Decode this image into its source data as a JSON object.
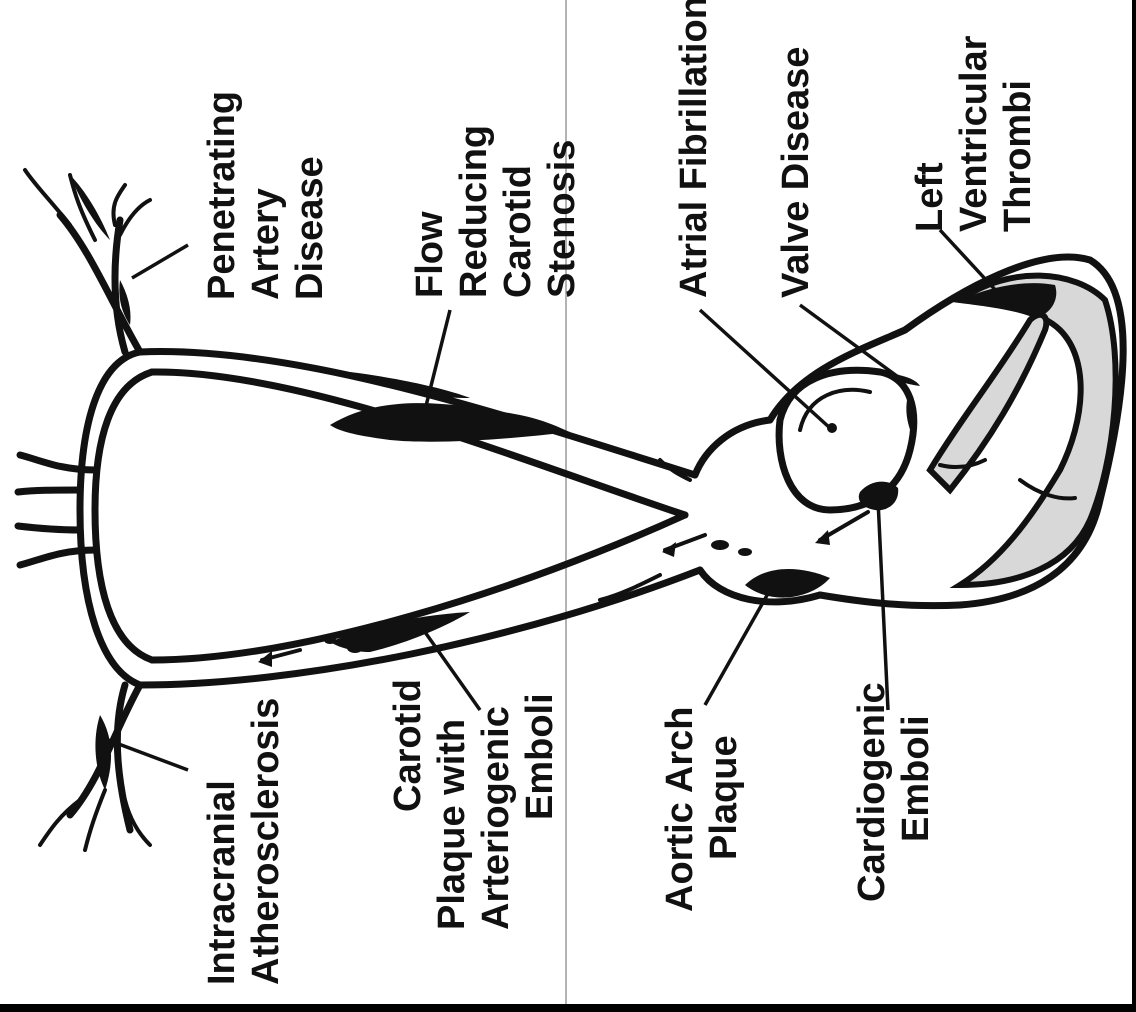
{
  "diagram": {
    "colors": {
      "paper": "#ffffff",
      "ink": "#111111",
      "frame": "#000000",
      "heart_wall_fill": "#d8d8d8"
    },
    "labels": {
      "intracranial": [
        "Intracranial",
        "Atherosclerosis"
      ],
      "penetrating": [
        "Penetrating",
        "Artery",
        "Disease"
      ],
      "carotid_plaque": [
        "Carotid",
        "Plaque with",
        "Arteriogenic",
        "Emboli"
      ],
      "flow_reducing": [
        "Flow",
        "Reducing",
        "Carotid",
        "Stenosis"
      ],
      "aortic_arch": [
        "Aortic Arch",
        "Plaque"
      ],
      "atrial_fib": [
        "Atrial Fibrillation"
      ],
      "valve": [
        "Valve Disease"
      ],
      "cardiogenic": [
        "Cardiogenic",
        "Emboli"
      ],
      "left_ventricular": [
        "Left",
        "Ventricular",
        "Thrombi"
      ]
    }
  }
}
